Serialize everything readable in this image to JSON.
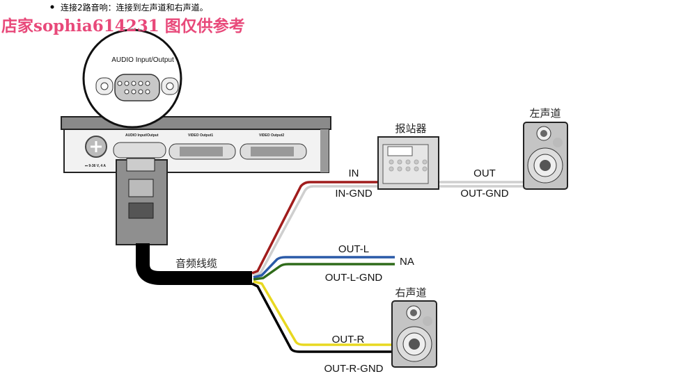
{
  "header": {
    "bullet_text": "连接2路音响：连接到左声道和右声道。"
  },
  "watermark": {
    "text": "店家sophia614231 图仅供参考",
    "color": "#e8497a"
  },
  "device": {
    "zoom_label": "AUDIO Input/Output",
    "audio_port_label": "AUDIO Input/Output",
    "video1_label": "VIDEO Output1",
    "video2_label": "VIDEO Output2",
    "power_label": "⎓ 9-36 V, 4 A"
  },
  "cable": {
    "label": "音频线缆"
  },
  "announcer": {
    "label": "报站器"
  },
  "speaker_left": {
    "label": "左声道"
  },
  "speaker_right": {
    "label": "右声道"
  },
  "wires": {
    "in": "IN",
    "in_gnd": "IN-GND",
    "out": "OUT",
    "out_gnd": "OUT-GND",
    "out_l": "OUT-L",
    "na": "NA",
    "out_l_gnd": "OUT-L-GND",
    "out_r": "OUT-R",
    "out_r_gnd": "OUT-R-GND"
  },
  "colors": {
    "red": "#a01c1c",
    "gray": "#cfcfcf",
    "blue": "#2a5aa8",
    "green": "#2f6b1a",
    "yellow": "#e8d820",
    "black": "#000000"
  }
}
